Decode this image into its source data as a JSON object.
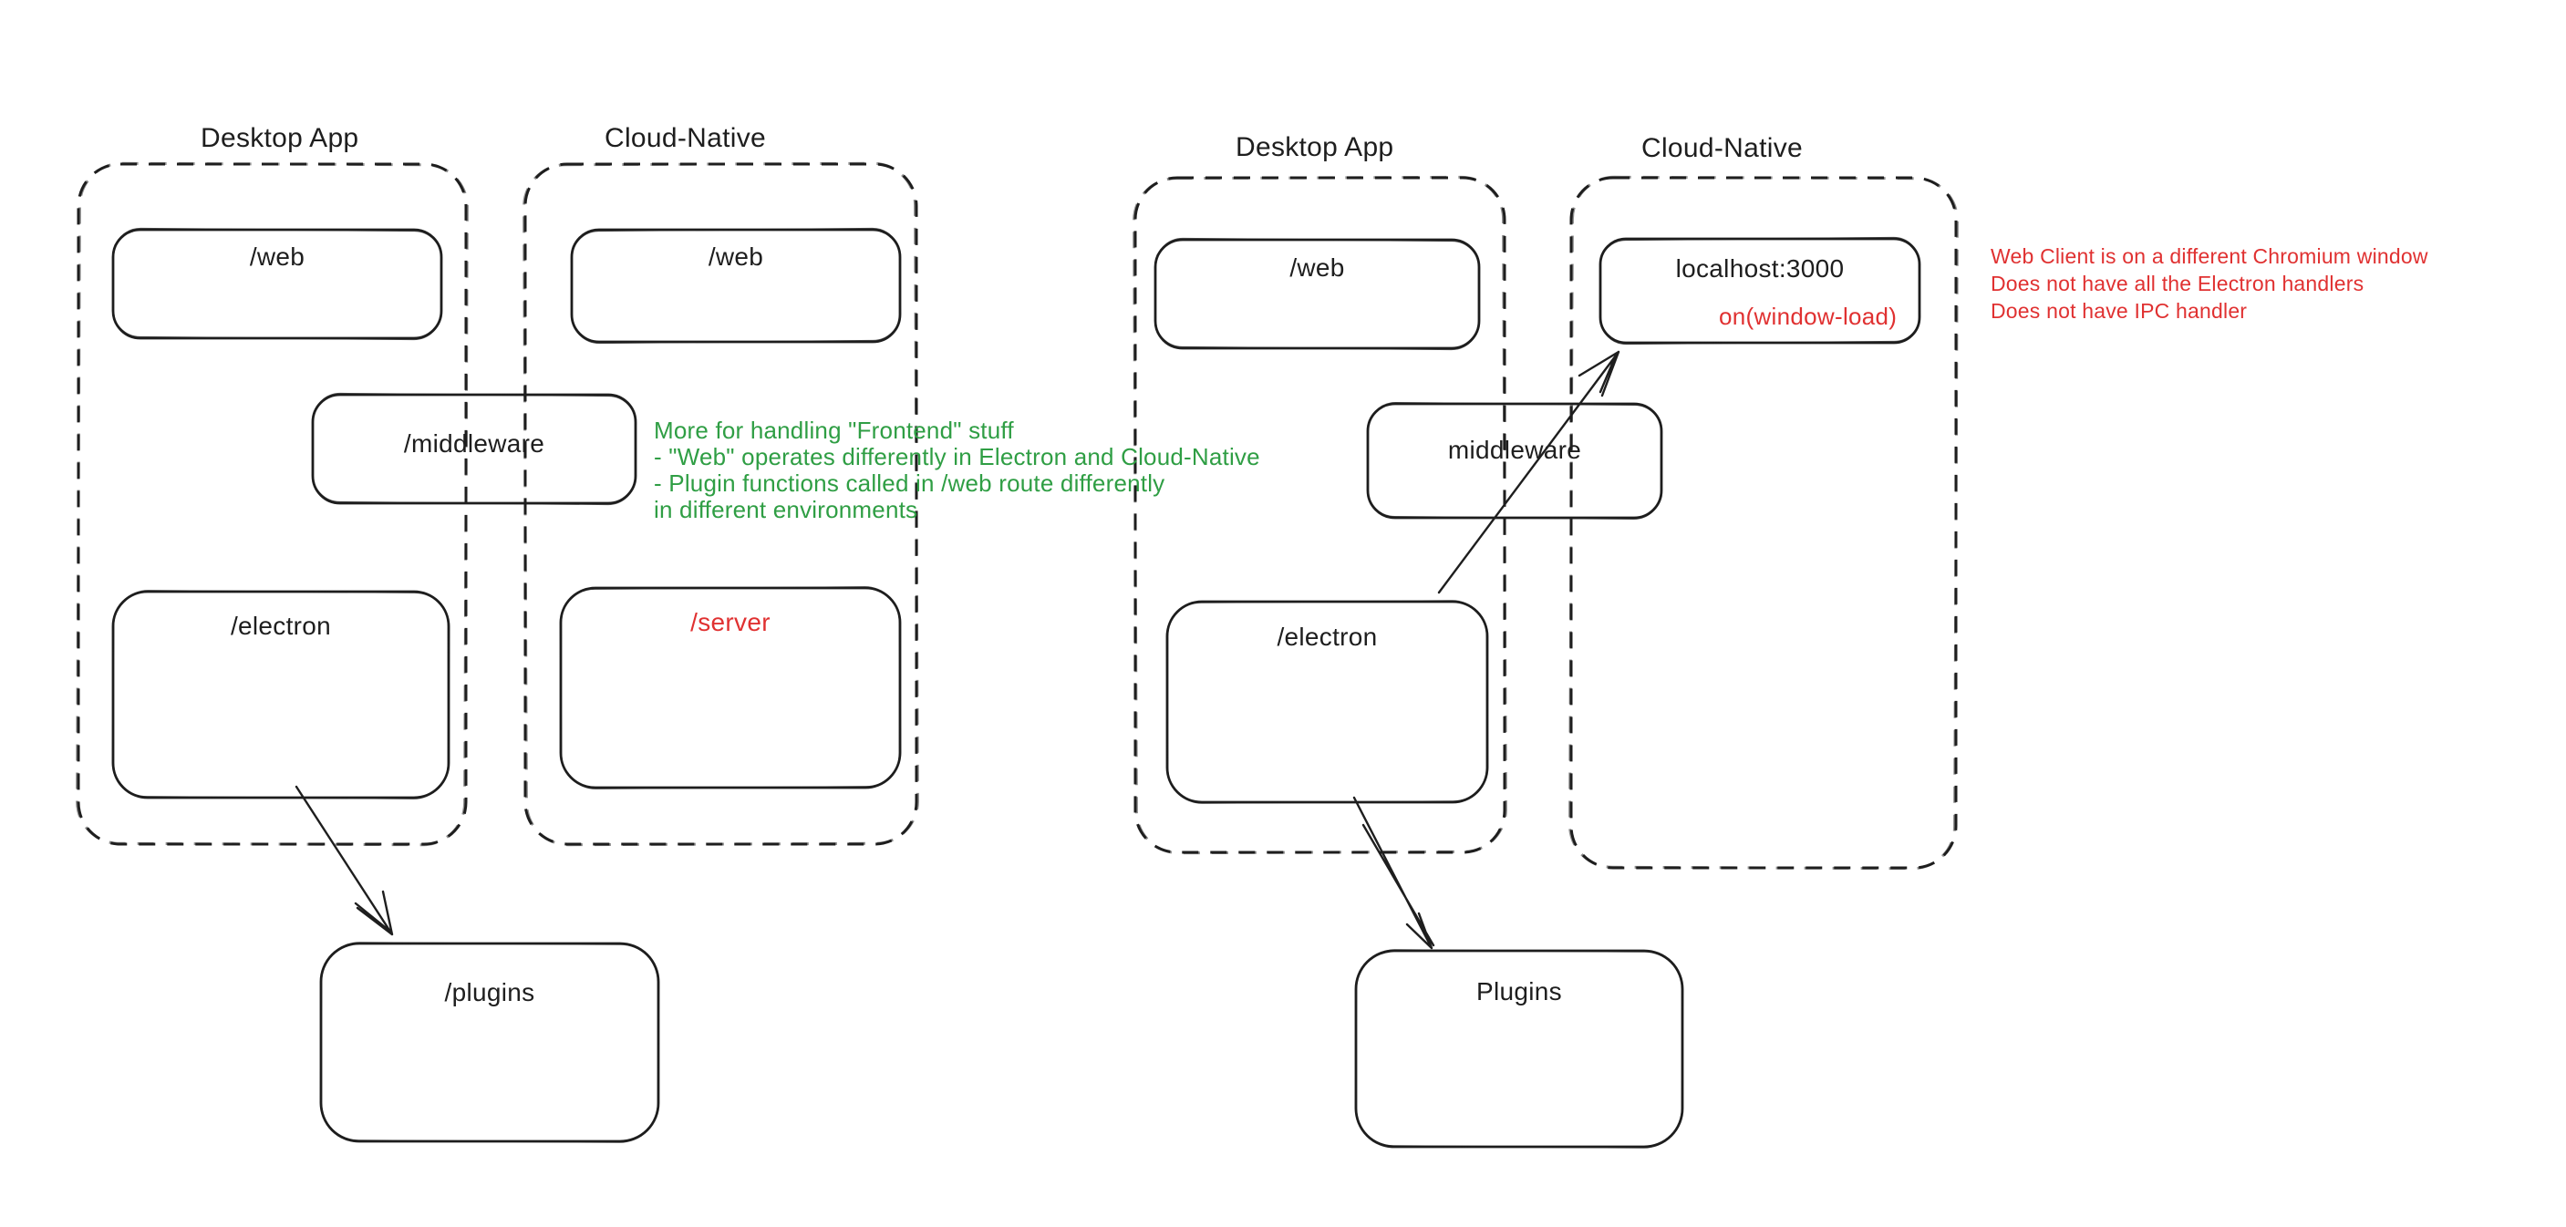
{
  "colors": {
    "ink": "#1e1e1e",
    "red": "#e03131",
    "green": "#2f9e44",
    "background": "#ffffff"
  },
  "left_diagram": {
    "desktop_group_label": "Desktop App",
    "cloud_group_label": "Cloud-Native",
    "boxes": {
      "web_desktop": "/web",
      "web_cloud": "/web",
      "middleware": "/middleware",
      "electron": "/electron",
      "server": "/server",
      "plugins": "/plugins"
    },
    "green_note_lines": [
      "More for handling \"Frontend\" stuff",
      "- \"Web\" operates differently in Electron and Cloud-Native",
      "- Plugin functions called in /web route differently",
      "in different environments"
    ]
  },
  "right_diagram": {
    "desktop_group_label": "Desktop App",
    "cloud_group_label": "Cloud-Native",
    "boxes": {
      "web": "/web",
      "localhost": "localhost:3000",
      "window_load": "on(window-load)",
      "middleware": "middleware",
      "electron": "/electron",
      "plugins": "Plugins"
    },
    "red_note_lines": [
      "Web Client is on a different Chromium window",
      "Does not have all the Electron handlers",
      "Does not have IPC handler"
    ]
  }
}
